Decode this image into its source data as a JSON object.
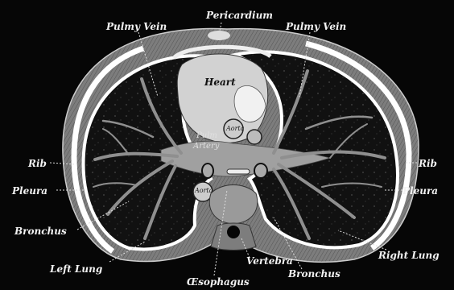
{
  "labels": {
    "pericardium": "Pericardium",
    "pulm_vein_left": "Pulmy Vein",
    "pulm_vein_right": "Pulmy Vein",
    "heart": "Heart",
    "aorta_upper": "Aorta",
    "aorta_lower": "Aorta",
    "pulm_artery_1": "Pulm",
    "pulm_artery_2": "Artery",
    "rib_left": "Rib",
    "rib_right": "Rib",
    "pleura_left": "Pleura",
    "pleura_right": "Pleura",
    "bronchus_left": "Bronchus",
    "bronchus_right": "Bronchus",
    "left_lung": "Left Lung",
    "right_lung": "Right Lung",
    "vertebra": "Vertebra",
    "oesophagus": "Œsophagus"
  },
  "colors": {
    "background": "#060606",
    "lung_tissue": "#111111",
    "pleura_white": "#ffffff",
    "chest_wall": "#8a8a8a",
    "heart": "#d9d9d9",
    "vessels": "#a6a6a6",
    "bronchial_tree": "#8f8f8f",
    "label_text": "#f2f2f2"
  }
}
